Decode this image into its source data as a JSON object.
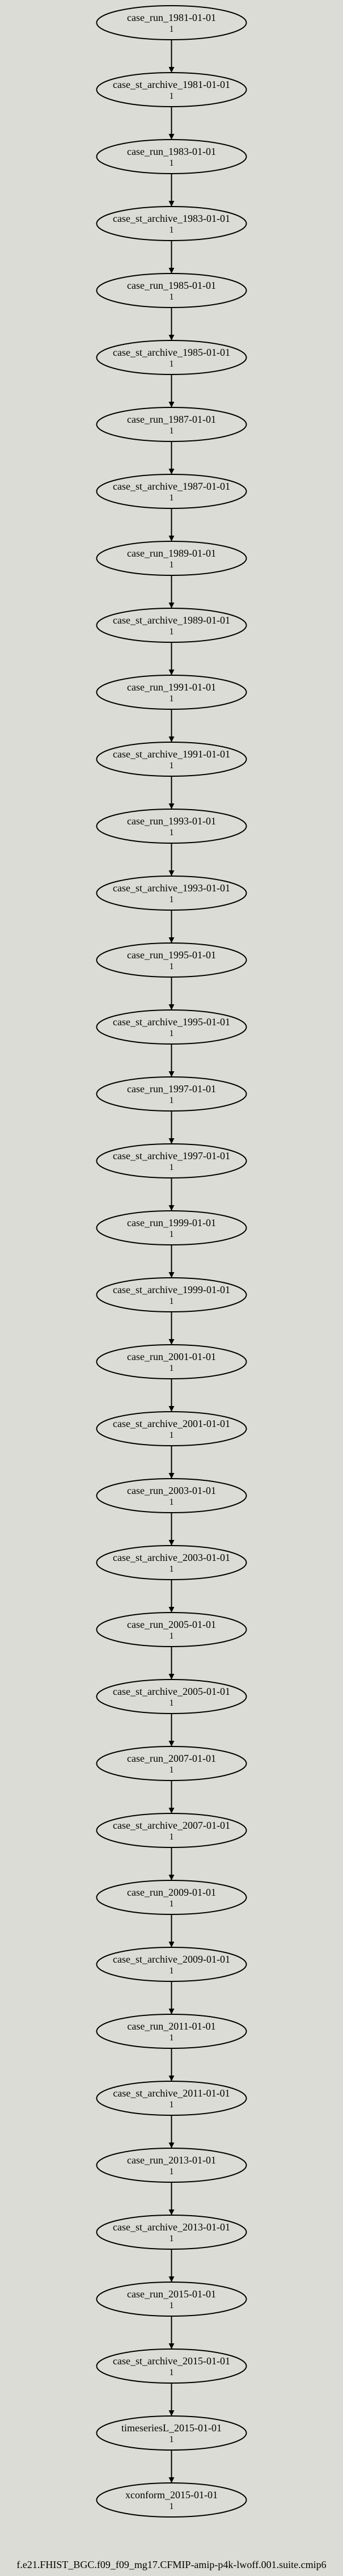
{
  "graph": {
    "caption": "f.e21.FHIST_BGC.f09_f09_mg17.CFMIP-amip-p4k-lwoff.001.suite.cmip6",
    "nodes": [
      {
        "name": "case_run_1981-01-01",
        "count": "1"
      },
      {
        "name": "case_st_archive_1981-01-01",
        "count": "1"
      },
      {
        "name": "case_run_1983-01-01",
        "count": "1"
      },
      {
        "name": "case_st_archive_1983-01-01",
        "count": "1"
      },
      {
        "name": "case_run_1985-01-01",
        "count": "1"
      },
      {
        "name": "case_st_archive_1985-01-01",
        "count": "1"
      },
      {
        "name": "case_run_1987-01-01",
        "count": "1"
      },
      {
        "name": "case_st_archive_1987-01-01",
        "count": "1"
      },
      {
        "name": "case_run_1989-01-01",
        "count": "1"
      },
      {
        "name": "case_st_archive_1989-01-01",
        "count": "1"
      },
      {
        "name": "case_run_1991-01-01",
        "count": "1"
      },
      {
        "name": "case_st_archive_1991-01-01",
        "count": "1"
      },
      {
        "name": "case_run_1993-01-01",
        "count": "1"
      },
      {
        "name": "case_st_archive_1993-01-01",
        "count": "1"
      },
      {
        "name": "case_run_1995-01-01",
        "count": "1"
      },
      {
        "name": "case_st_archive_1995-01-01",
        "count": "1"
      },
      {
        "name": "case_run_1997-01-01",
        "count": "1"
      },
      {
        "name": "case_st_archive_1997-01-01",
        "count": "1"
      },
      {
        "name": "case_run_1999-01-01",
        "count": "1"
      },
      {
        "name": "case_st_archive_1999-01-01",
        "count": "1"
      },
      {
        "name": "case_run_2001-01-01",
        "count": "1"
      },
      {
        "name": "case_st_archive_2001-01-01",
        "count": "1"
      },
      {
        "name": "case_run_2003-01-01",
        "count": "1"
      },
      {
        "name": "case_st_archive_2003-01-01",
        "count": "1"
      },
      {
        "name": "case_run_2005-01-01",
        "count": "1"
      },
      {
        "name": "case_st_archive_2005-01-01",
        "count": "1"
      },
      {
        "name": "case_run_2007-01-01",
        "count": "1"
      },
      {
        "name": "case_st_archive_2007-01-01",
        "count": "1"
      },
      {
        "name": "case_run_2009-01-01",
        "count": "1"
      },
      {
        "name": "case_st_archive_2009-01-01",
        "count": "1"
      },
      {
        "name": "case_run_2011-01-01",
        "count": "1"
      },
      {
        "name": "case_st_archive_2011-01-01",
        "count": "1"
      },
      {
        "name": "case_run_2013-01-01",
        "count": "1"
      },
      {
        "name": "case_st_archive_2013-01-01",
        "count": "1"
      },
      {
        "name": "case_run_2015-01-01",
        "count": "1"
      },
      {
        "name": "case_st_archive_2015-01-01",
        "count": "1"
      },
      {
        "name": "timeseriesL_2015-01-01",
        "count": "1"
      },
      {
        "name": "xconform_2015-01-01",
        "count": "1"
      }
    ]
  }
}
